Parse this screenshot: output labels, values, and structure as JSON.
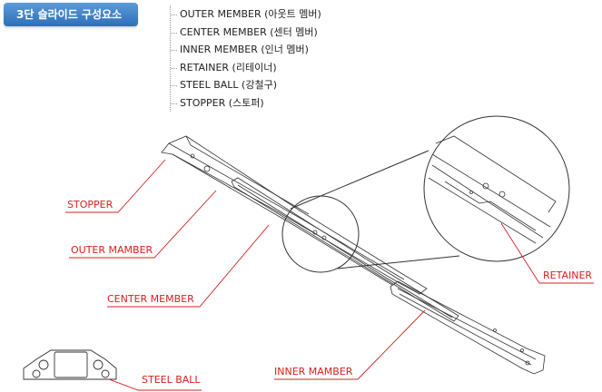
{
  "title": "3단 슬라이드 구성요소",
  "parts": [
    "OUTER MEMBER (아웃트 멤버)",
    "CENTER MEMBER (센터 멤버)",
    "INNER MEMBER (인너 멤버)",
    "RETAINER (리테이너)",
    "STEEL BALL (강철구)",
    "STOPPER (스토퍼)"
  ],
  "callouts": {
    "stopper": "STOPPER",
    "outer": "OUTER MAMBER",
    "center": "CENTER MEMBER",
    "inner": "INNER MAMBER",
    "retainer": "RETAINER",
    "steel_ball": "STEEL BALL"
  },
  "colors": {
    "callout": "#d62020",
    "badge": "#3b7fc8",
    "line": "#333333"
  }
}
